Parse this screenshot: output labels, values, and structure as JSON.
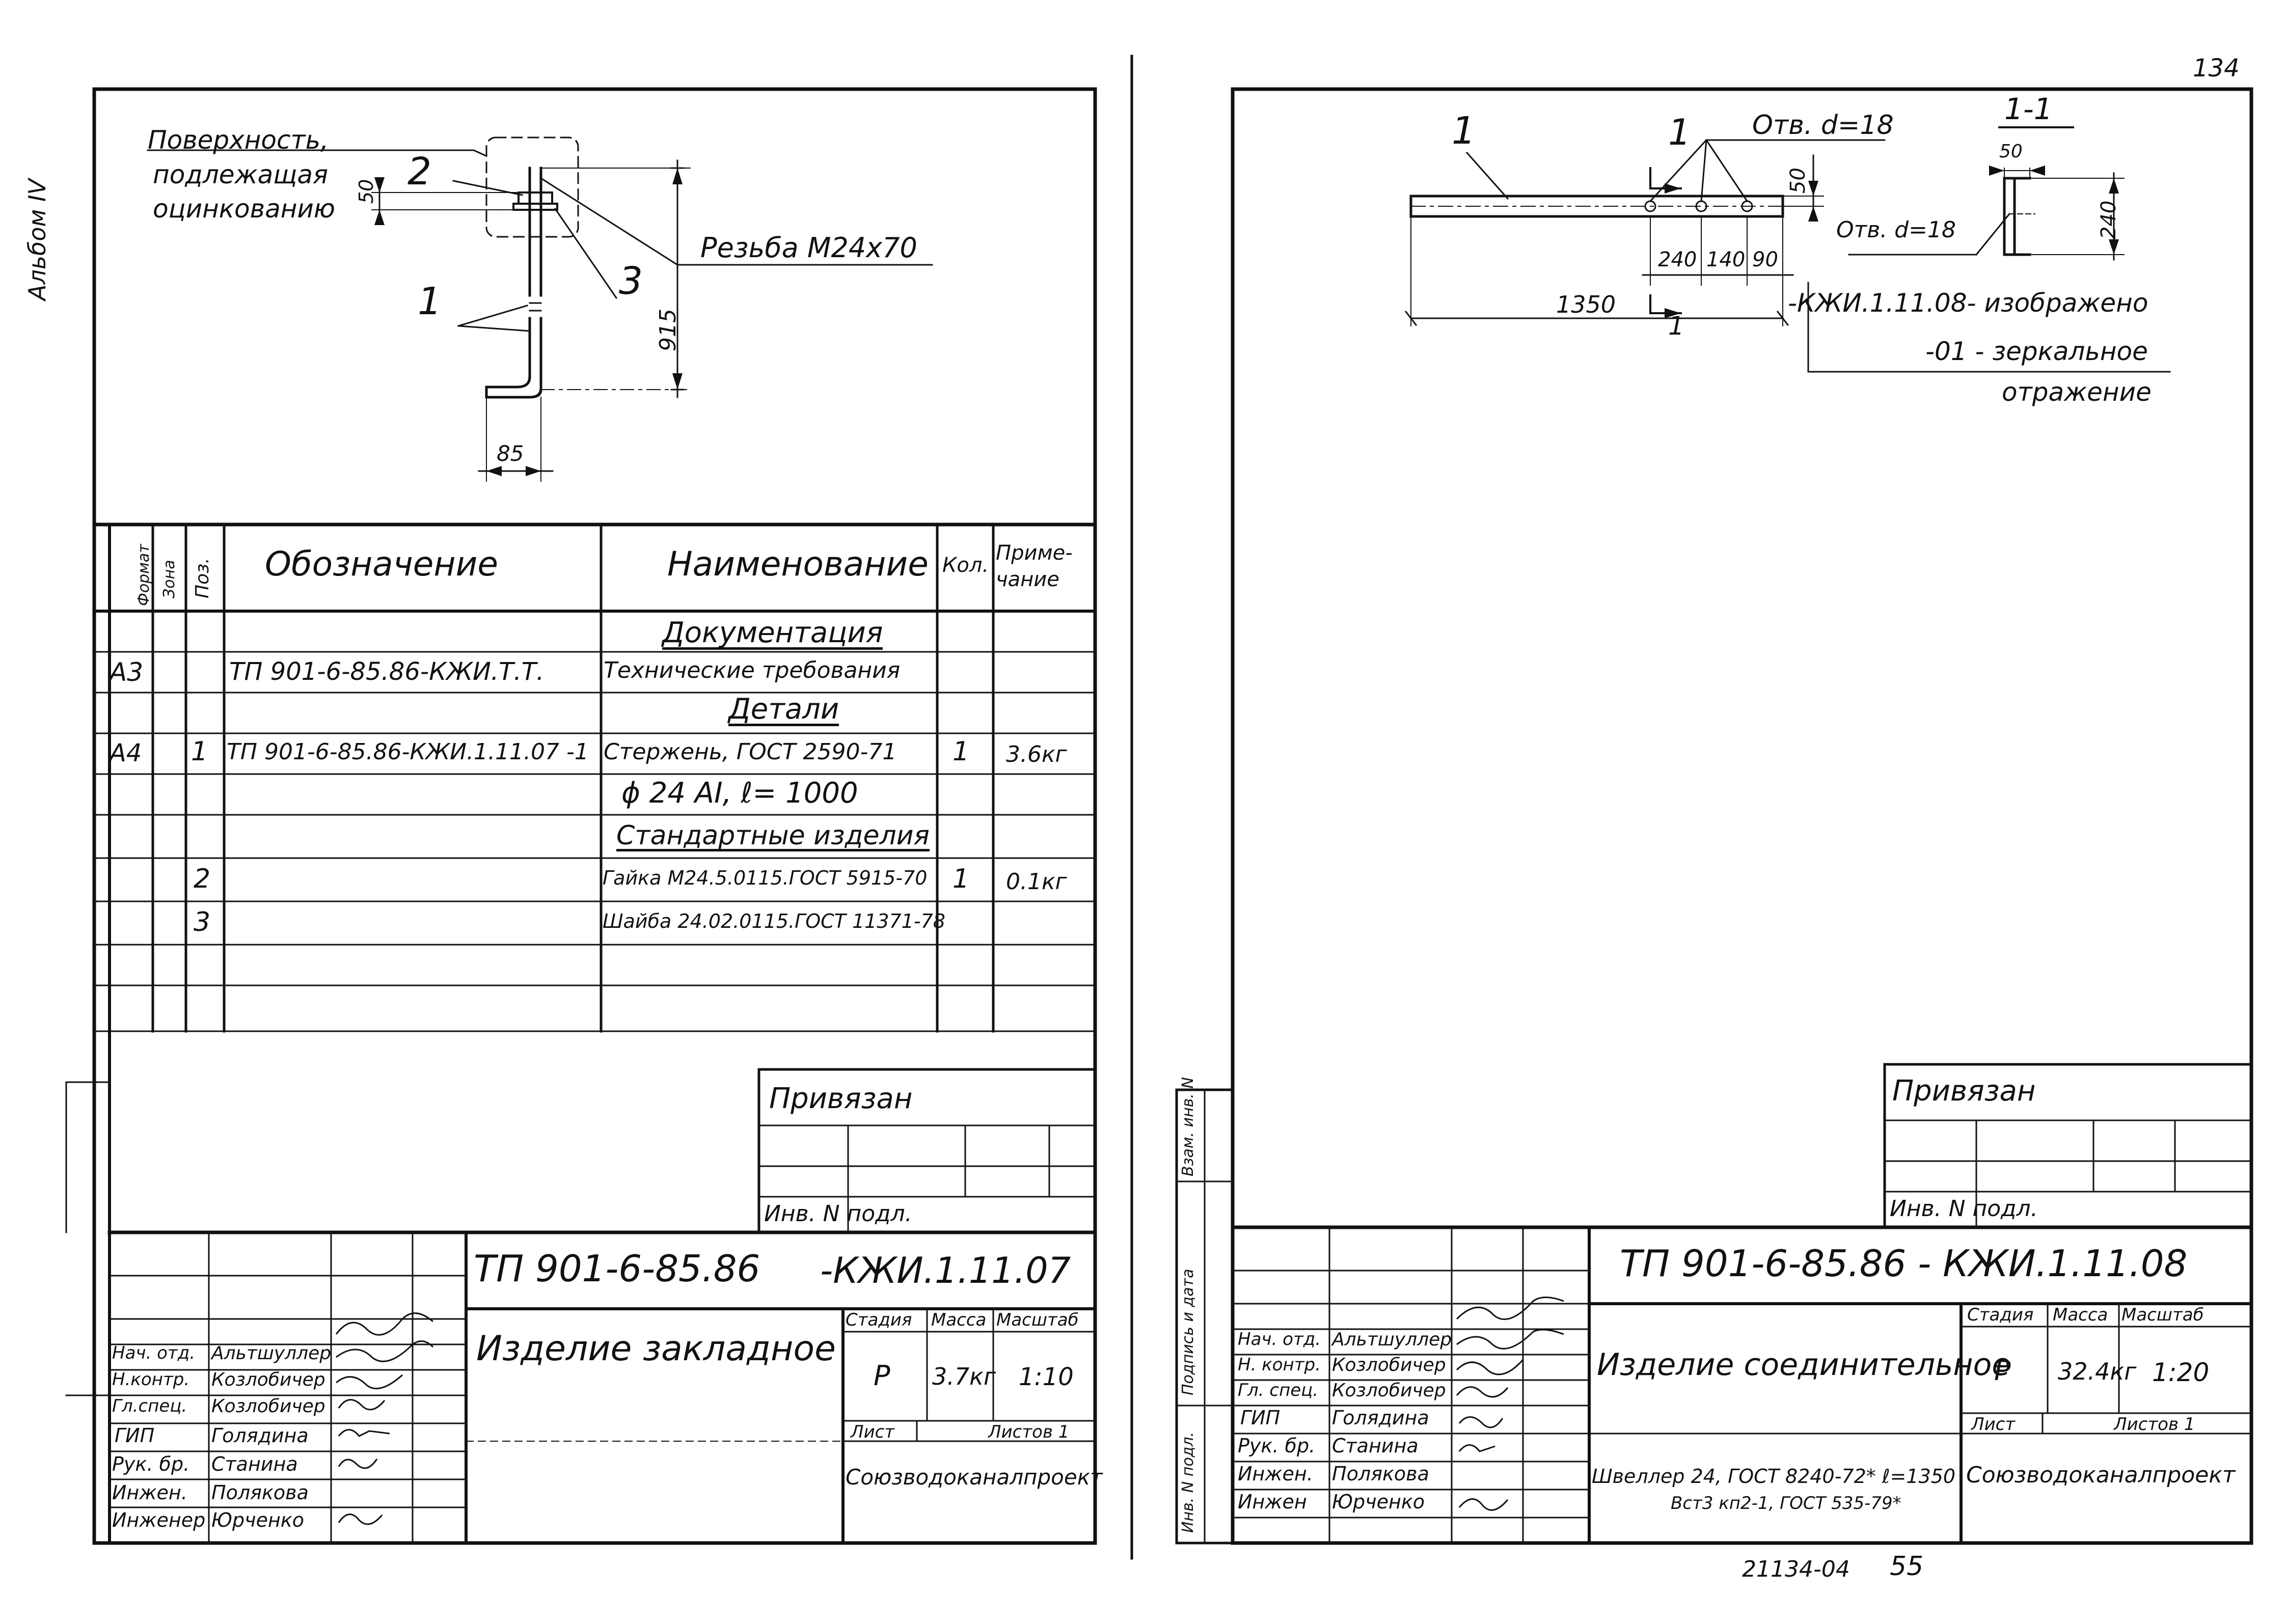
{
  "page_number": "134",
  "album_label": "Альбом IV",
  "footer": {
    "order_no": "21134-04",
    "page": "55"
  },
  "left_sheet": {
    "drawing": {
      "note_surface": [
        "Поверхность,",
        "подлежащая",
        "оцинкованию"
      ],
      "thread": "Резьба М24х70",
      "dim_50": "50",
      "dim_915": "915",
      "dim_85": "85",
      "pos_1": "1",
      "pos_2": "2",
      "pos_3": "3"
    },
    "spec": {
      "headers": {
        "format": "Формат",
        "zone": "Зона",
        "pos": "Поз.",
        "designation": "Обозначение",
        "name": "Наименование",
        "qty": "Кол.",
        "note": "Приме-чание"
      },
      "rows": [
        {
          "format": "",
          "pos": "",
          "designation": "",
          "name": "Документация",
          "qty": "",
          "note": "",
          "underline": true
        },
        {
          "format": "А3",
          "pos": "",
          "designation": "ТП 901-6-85.86-КЖИ.Т.Т.",
          "name": "Технические требования",
          "qty": "",
          "note": ""
        },
        {
          "format": "",
          "pos": "",
          "designation": "",
          "name": "Детали",
          "qty": "",
          "note": "",
          "underline": true
        },
        {
          "format": "А4",
          "pos": "1",
          "designation": "ТП 901-6-85.86-КЖИ.1.11.07 -1",
          "name": "Стержень, ГОСТ 2590-71",
          "qty": "1",
          "note": "3.6кг"
        },
        {
          "format": "",
          "pos": "",
          "designation": "",
          "name": "ϕ 24 AI, ℓ= 1000",
          "qty": "",
          "note": ""
        },
        {
          "format": "",
          "pos": "",
          "designation": "",
          "name": "Стандартные изделия",
          "qty": "",
          "note": "",
          "underline": true
        },
        {
          "format": "",
          "pos": "2",
          "designation": "",
          "name": "Гайка М24.5.0115.ГОСТ 5915-70",
          "qty": "1",
          "note": "0.1кг"
        },
        {
          "format": "",
          "pos": "3",
          "designation": "",
          "name": "Шайба 24.02.0115.ГОСТ 11371-78",
          "qty": "",
          "note": ""
        },
        {
          "format": "",
          "pos": "",
          "designation": "",
          "name": "",
          "qty": "",
          "note": ""
        },
        {
          "format": "",
          "pos": "",
          "designation": "",
          "name": "",
          "qty": "",
          "note": ""
        }
      ]
    },
    "privyazan": "Привязан",
    "inv_label": "Инв. N подл.",
    "title_block": {
      "code": "ТП 901-6-85.86",
      "code_suffix": "-КЖИ.1.11.07",
      "name": "Изделие закладное",
      "stage_label": "Стадия",
      "mass_label": "Масса",
      "scale_label": "Масштаб",
      "stage": "Р",
      "mass": "3.7кг",
      "scale": "1:10",
      "sheet_label": "Лист",
      "sheets_label": "Листов 1",
      "org": "Союзводоканалпроект",
      "roles": [
        "Нач. отд.",
        "Н.контр.",
        "Гл.спец.",
        "ГИП",
        "Рук. бр.",
        "Инжен.",
        "Инженер"
      ],
      "names": [
        "Альтшуллер",
        "Козлобичер",
        "Козлобичер",
        "Голядина",
        "Станина",
        "Полякова",
        "Юрченко"
      ]
    }
  },
  "right_sheet": {
    "drawing": {
      "pos_1": "1",
      "section_mark": "1",
      "holes": "Отв. d=18",
      "section_title": "1-1",
      "sec_50": "50",
      "holes2": "Отв. d=18",
      "dim_240v": "240",
      "dim_50v": "50",
      "dim_240": "240",
      "dim_140": "140",
      "dim_90": "90",
      "dim_1350": "1350",
      "section_mark_bottom": "1",
      "note_1": "-КЖИ.1.11.08- изображено",
      "note_2": "-01 - зеркальное",
      "note_3": "отражение"
    },
    "privyazan": "Привязан",
    "inv_label": "Инв. N подл.",
    "side_stamp": [
      "Инв. N подл.",
      "Подпись и дата",
      "Взам. инв. N"
    ],
    "title_block": {
      "code": "ТП 901-6-85.86 - КЖИ.1.11.08",
      "name": "Изделие соединительное",
      "stage_label": "Стадия",
      "mass_label": "Масса",
      "scale_label": "Масштаб",
      "stage": "Р",
      "mass": "32.4кг",
      "scale": "1:20",
      "sheet_label": "Лист",
      "sheets_label": "Листов 1",
      "org": "Союзводоканалпроект",
      "material_1": "Швеллер 24, ГОСТ 8240-72* ℓ=1350",
      "material_2": "Вст3 кп2-1, ГОСТ 535-79*",
      "roles": [
        "Нач. отд.",
        "Н. контр.",
        "Гл. спец.",
        "ГИП",
        "Рук. бр.",
        "Инжен.",
        "Инжен"
      ],
      "names": [
        "Альтшуллер",
        "Козлобичер",
        "Козлобичер",
        "Голядина",
        "Станина",
        "Полякова",
        "Юрченко"
      ]
    }
  }
}
